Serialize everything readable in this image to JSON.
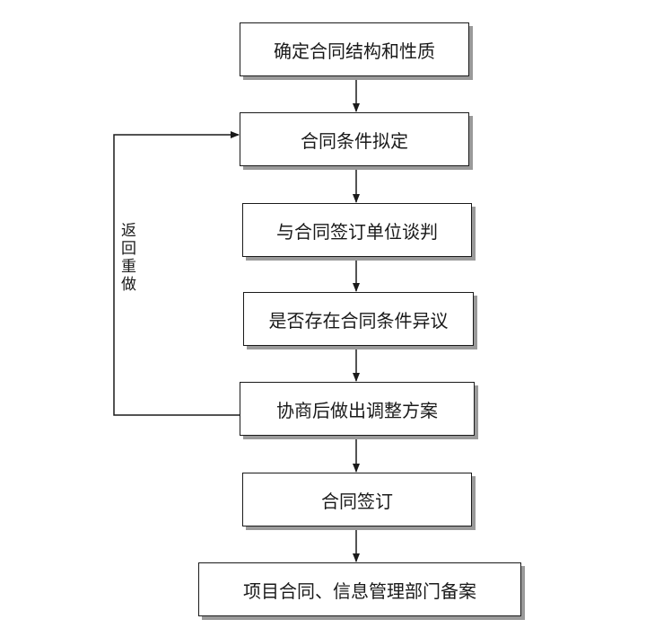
{
  "flowchart": {
    "steps": [
      "确定合同结构和性质",
      "合同条件拟定",
      "与合同签订单位谈判",
      "是否存在合同条件异议",
      "协商后做出调整方案",
      "合同签订",
      "项目合同、信息管理部门备案"
    ],
    "loop_label": "返回重做"
  }
}
